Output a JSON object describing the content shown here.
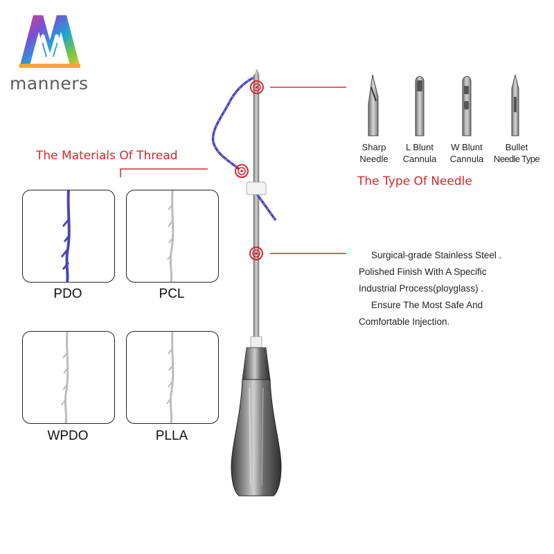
{
  "brand": {
    "name": "manners",
    "logo_icon": "manners-logo-icon"
  },
  "materials": {
    "title": "The Materials Of Thread",
    "items": [
      {
        "label": "PDO",
        "thread_color": "#4a45b8"
      },
      {
        "label": "PCL",
        "thread_color": "#bcbcbc"
      },
      {
        "label": "WPDO",
        "thread_color": "#bcbcbc"
      },
      {
        "label": "PLLA",
        "thread_color": "#bcbcbc"
      }
    ]
  },
  "needle_types": {
    "title": "The Type Of Needle",
    "items": [
      {
        "line1": "Sharp",
        "line2": "Needle",
        "icon": "sharp-needle-icon"
      },
      {
        "line1": "L Blunt",
        "line2": "Cannula",
        "icon": "l-blunt-cannula-icon"
      },
      {
        "line1": "W Blunt",
        "line2": "Cannula",
        "icon": "w-blunt-cannula-icon"
      },
      {
        "line1": "Bullet",
        "line2": "Needle Type",
        "icon": "bullet-needle-icon"
      }
    ]
  },
  "description": {
    "lines": [
      "Surgical-grade Stainless Steel .",
      "Polished Finish With A Specific",
      "Industrial Process(ployglass) .",
      "Ensure The Most Safe And",
      "Comfortable Injection."
    ]
  },
  "colors": {
    "accent_red": "#d9262c",
    "thread_purple": "#4a45b8",
    "steel": "#9a9a9a"
  }
}
